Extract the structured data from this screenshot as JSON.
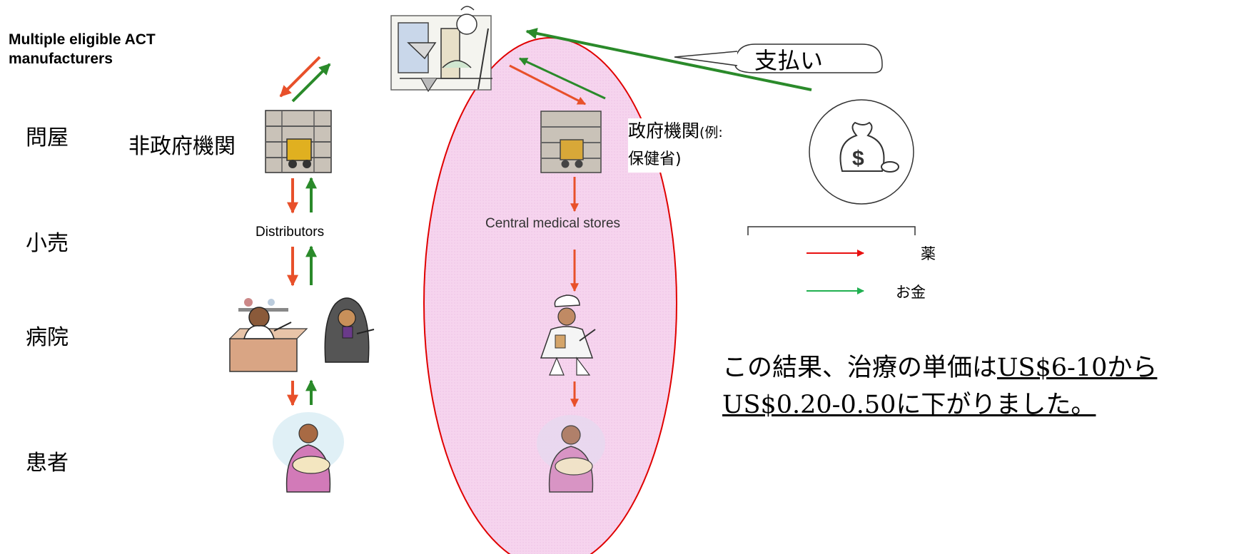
{
  "header_label": "Multiple eligible ACT manufacturers",
  "row_labels": [
    "問屋",
    "小売",
    "病院",
    "患者"
  ],
  "ngo_label": "非政府機関",
  "distributors_label": "Distributors",
  "cms_label": "Central medical stores",
  "gov_label": "政府機関",
  "gov_paren": "(例:",
  "gov_label_line2": "保健省)",
  "payment_label": "支払い",
  "legend": [
    {
      "label": "薬",
      "color": "#e81010"
    },
    {
      "label": "お金",
      "color": "#20b050"
    }
  ],
  "note": {
    "lead": "この結果、治療の単価は",
    "underlined": "US$6-10から US$0.20-0.50に下がりました。"
  },
  "colors": {
    "medicine_arrow": "#e8502a",
    "money_arrow": "#2a8a2a",
    "oval_fill": "#f6d4ee",
    "oval_stroke": "#e00000"
  },
  "icons": {
    "factory": "factory-icon",
    "warehouse": "warehouse-forklift-icon",
    "pharmacist": "pharmacist-icon",
    "vendor": "vendor-woman-icon",
    "nurse": "nurse-icon",
    "patient": "mother-baby-icon",
    "money": "money-bag-icon"
  }
}
